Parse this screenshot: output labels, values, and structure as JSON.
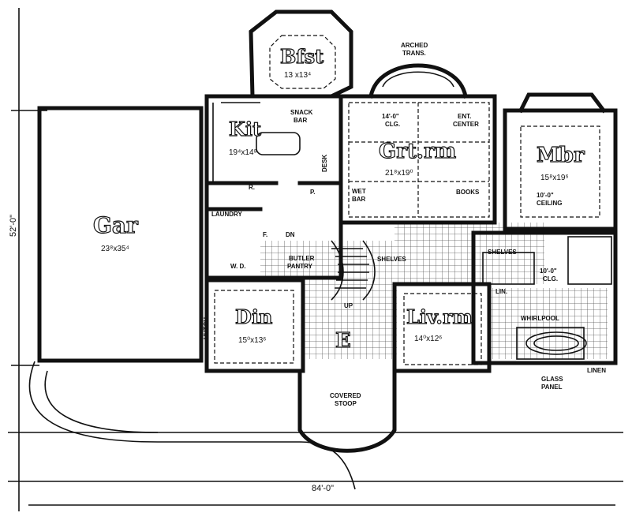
{
  "rooms": {
    "garage": {
      "name": "Gar",
      "dims": "23⁸x35⁴"
    },
    "breakfast": {
      "name": "Bfst",
      "dims": "13 x13⁴"
    },
    "kitchen": {
      "name": "Kit",
      "dims": "19⁴x14⁸"
    },
    "great_room": {
      "name": "Grt.rm",
      "dims": "21⁸x19⁰"
    },
    "master_bedroom": {
      "name": "Mbr",
      "dims": "15⁸x19⁶"
    },
    "dining": {
      "name": "Din",
      "dims": "15⁰x13⁶"
    },
    "living_room": {
      "name": "Liv.rm",
      "dims": "14⁰x12⁶"
    },
    "entry": {
      "name": "E"
    }
  },
  "labels": {
    "arched_trans_1": "ARCHED",
    "arched_trans_2": "TRANS.",
    "snack_bar_1": "SNACK",
    "snack_bar_2": "BAR",
    "clg_grt_1": "14'-0\"",
    "clg_grt_2": "CLG.",
    "ent_center_1": "ENT.",
    "ent_center_2": "CENTER",
    "desk": "DESK",
    "wet_bar_1": "WET",
    "wet_bar_2": "BAR",
    "books": "BOOKS",
    "clg_mbr_1": "10'-0\"",
    "clg_mbr_2": "CEILING",
    "laundry": "LAUNDRY",
    "dn": "DN",
    "pantry_small": "P.",
    "pantry_f": "F.",
    "shelves": "SHELVES",
    "shelves2": "SHELVES",
    "r": "R.",
    "wd": "W.   D.",
    "butler_1": "BUTLER",
    "butler_2": "PANTRY",
    "clo_1": "10'-0\"",
    "clo_2": "CLG.",
    "lin": "LIN.",
    "up": "UP",
    "hutch": "HUTCH",
    "whirlpool": "WHIRLPOOL",
    "covered_1": "COVERED",
    "covered_2": "STOOP",
    "glass_1": "GLASS",
    "glass_2": "PANEL",
    "linen": "LINEN"
  },
  "overall_dims": {
    "depth": "52'-0\"",
    "width": "84'-0\""
  }
}
